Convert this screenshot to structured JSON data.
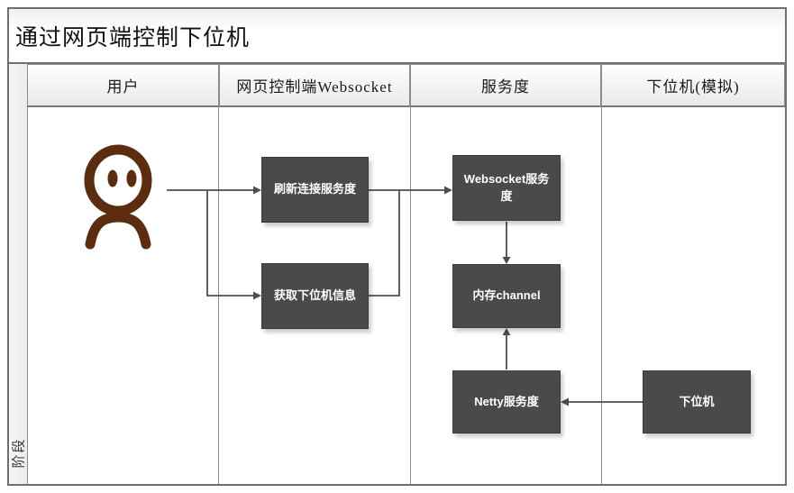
{
  "title": "通过网页端控制下位机",
  "phase_label": "阶段",
  "lanes": [
    {
      "label": "用户"
    },
    {
      "label": "网页控制端Websocket"
    },
    {
      "label": "服务度"
    },
    {
      "label": "下位机(模拟)"
    }
  ],
  "nodes": {
    "refresh": {
      "label": "刷新连接服务度"
    },
    "fetch": {
      "label": "获取下位机信息"
    },
    "websocket": {
      "label": "Websocket服务度"
    },
    "channel": {
      "label": "内存channel"
    },
    "netty": {
      "label": "Netty服务度"
    },
    "device": {
      "label": "下位机"
    }
  },
  "icons": {
    "actor": "person-icon"
  },
  "colors": {
    "node_fill": "#4a4a4a",
    "node_text": "#ffffff",
    "connector": "#4d4d4d",
    "frame_border": "#6f6f6f",
    "grid_line": "#8c8c8c",
    "actor_brown": "#5b2c10",
    "header_gradient_top": "#ffffff",
    "header_gradient_bottom": "#e9e9e9",
    "phase_strip_bg": "#f1f1f1"
  }
}
